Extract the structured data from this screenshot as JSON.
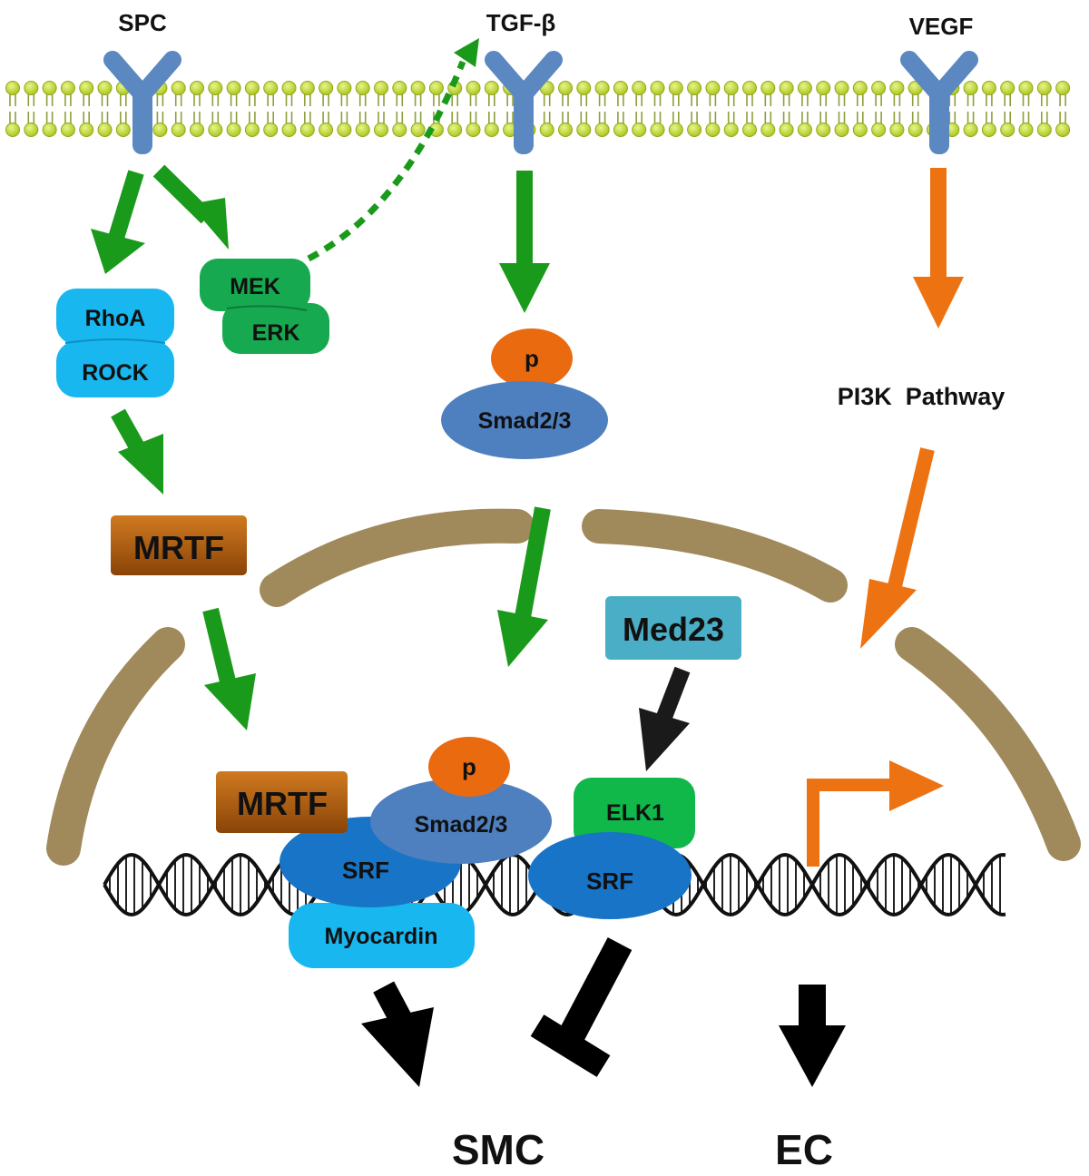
{
  "receptors": {
    "spc": "SPC",
    "tgfb": "TGF-β",
    "vegf": "VEGF"
  },
  "cytoplasm": {
    "rhoa": "RhoA",
    "rock": "ROCK",
    "mek": "MEK",
    "erk": "ERK",
    "p": "p",
    "smad": "Smad2/3",
    "pi3k": "PI3K  Pathway",
    "mrtf": "MRTF"
  },
  "nucleus": {
    "med23": "Med23",
    "mrtf": "MRTF",
    "p": "p",
    "smad": "Smad2/3",
    "srf_left": "SRF",
    "myocardin": "Myocardin",
    "elk1": "ELK1",
    "srf_right": "SRF"
  },
  "outcomes": {
    "smc": "SMC",
    "ec": "EC"
  },
  "colors": {
    "green_arrow": "#1a9a1a",
    "orange_arrow": "#ed7212",
    "receptor": "#5b88c0",
    "lipid_head": "#c4dc2a",
    "nuclear_envelope": "#a08a5c",
    "light_blue": "#19b7f0",
    "green_box": "#17a94f",
    "brown_box": "#b0560f",
    "smad_blue": "#4e7fbf",
    "med23": "#4aaec6",
    "srf_blue": "#1874c7",
    "elk_green": "#10b84a"
  }
}
